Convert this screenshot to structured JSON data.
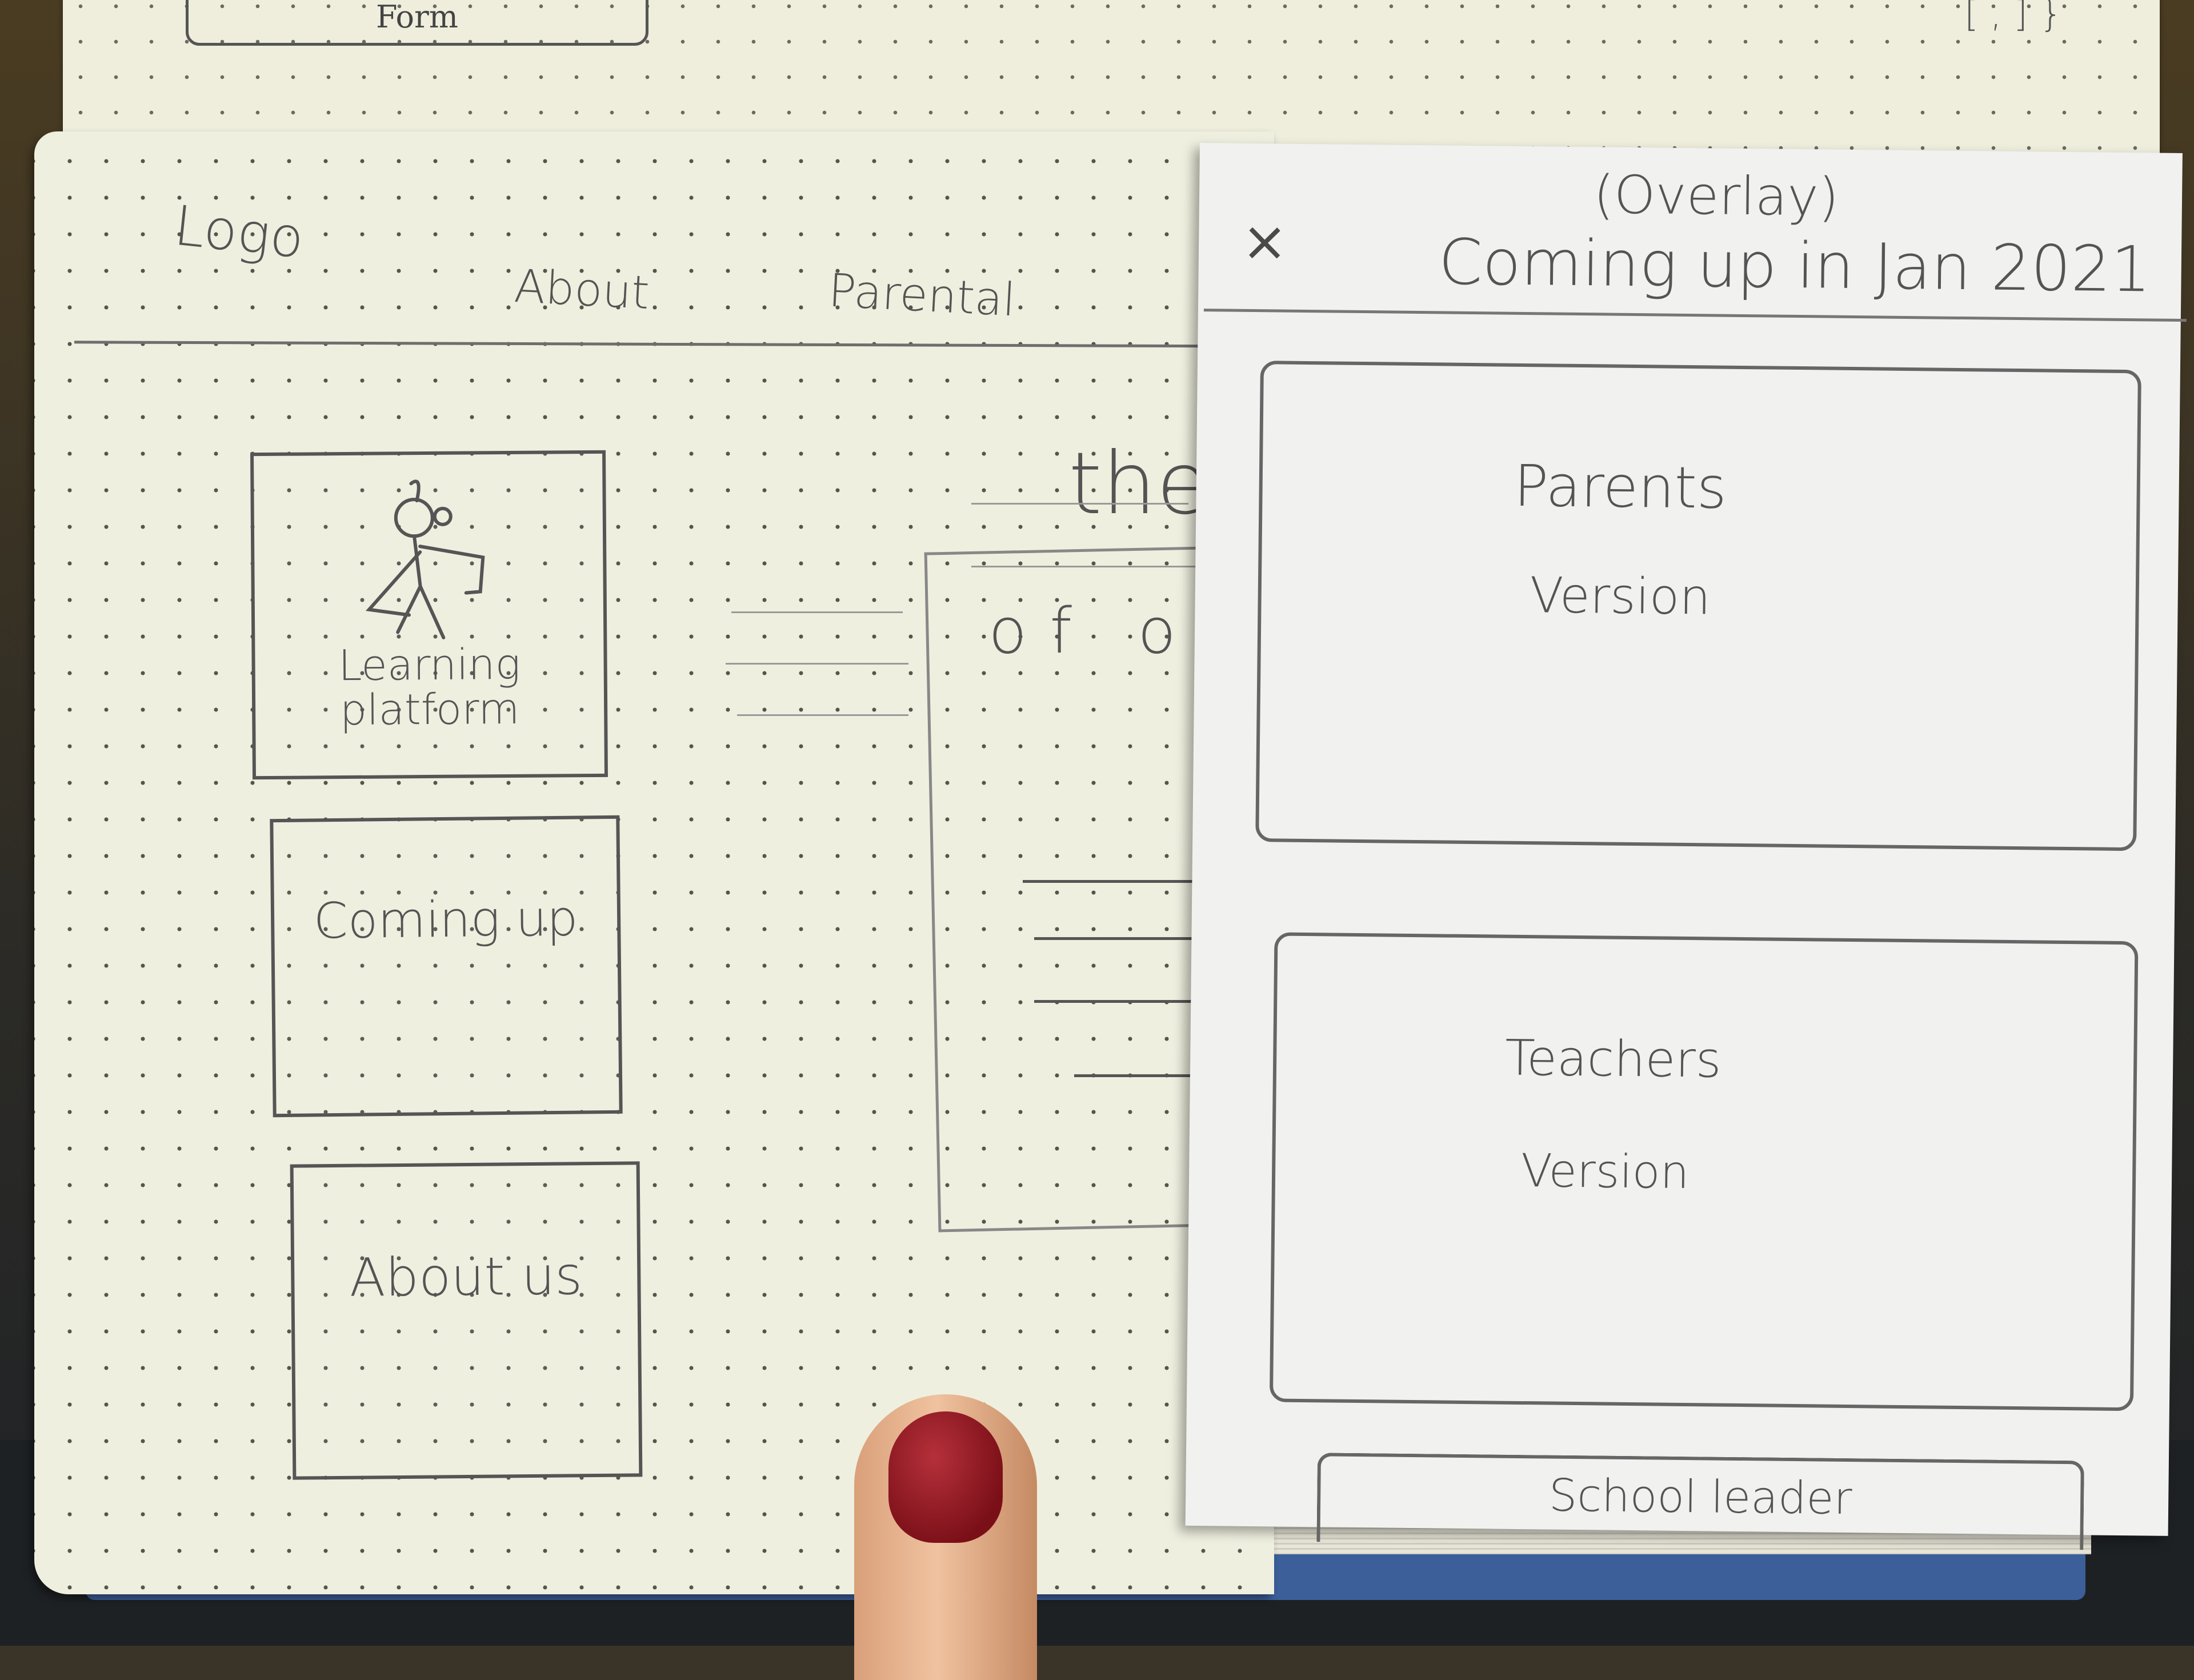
{
  "back_page": {
    "tag_label": "Form",
    "corner_marks": "[ , ] }"
  },
  "header": {
    "logo": "Logo",
    "nav": [
      {
        "label": "About"
      },
      {
        "label": "Parental"
      }
    ]
  },
  "cards": [
    {
      "label": "Learning platform"
    },
    {
      "label": "Coming up"
    },
    {
      "label": "About us"
    }
  ],
  "hero": {
    "headline": "the",
    "subline": "of ou"
  },
  "overlay": {
    "annotation": "(Overlay)",
    "close_icon": "×",
    "title": "Coming up in Jan 2021",
    "options": [
      {
        "title": "Parents",
        "subtitle": "Version"
      },
      {
        "title": "Teachers",
        "subtitle": "Version"
      },
      {
        "title": "School leader"
      }
    ]
  }
}
